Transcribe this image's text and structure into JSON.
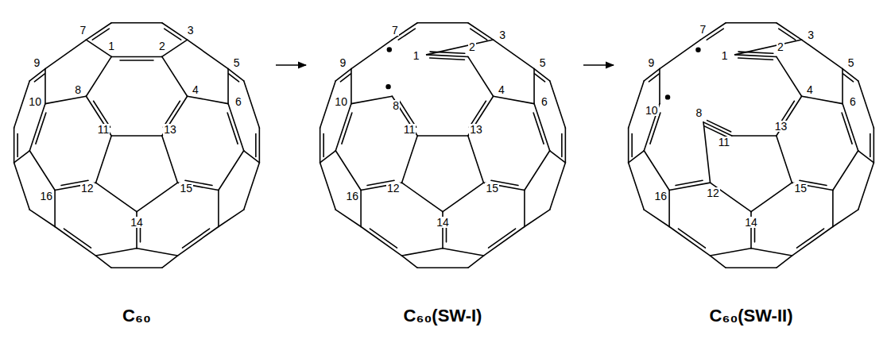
{
  "diagram": {
    "labels": [
      "1",
      "2",
      "3",
      "4",
      "5",
      "6",
      "7",
      "8",
      "9",
      "10",
      "11",
      "12",
      "13",
      "14",
      "15",
      "16",
      "C₆₀",
      "1",
      "2",
      "3",
      "4",
      "5",
      "6",
      "7",
      "8",
      "9",
      "10",
      "11",
      "12",
      "13",
      "14",
      "15",
      "16",
      "C₆₀(SW-I)",
      "1",
      "2",
      "3",
      "4",
      "5",
      "6",
      "7",
      "8",
      "9",
      "10",
      "11",
      "12",
      "13",
      "14",
      "15",
      "16",
      "C₆₀(SW-II)"
    ]
  }
}
